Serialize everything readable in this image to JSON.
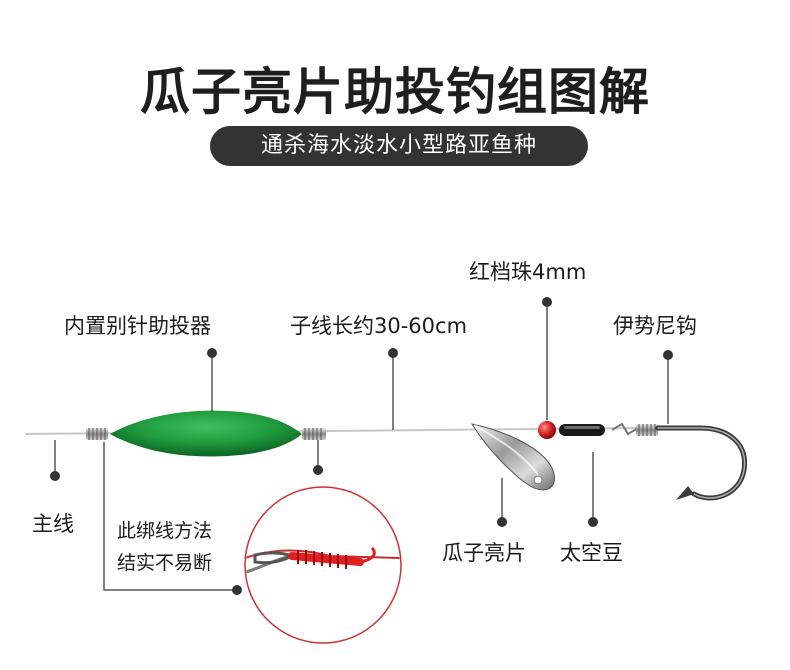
{
  "header": {
    "title": "瓜子亮片助投钓组图解",
    "subtitle": "通杀海水淡水小型路亚鱼种"
  },
  "labels": {
    "bead": "红档珠4mm",
    "inline_pin": "内置别针助投器",
    "leader_length": "子线长约30-60cm",
    "hook": "伊势尼钩",
    "main_line": "主线",
    "knot_line1": "此绑线方法",
    "knot_line2": "结实不易断",
    "spoon": "瓜子亮片",
    "space_bean": "太空豆"
  },
  "colors": {
    "float": "#1f9a3c",
    "bead": "#d42020",
    "knot": "#e02020",
    "inset_ring": "#d03030",
    "subtitle_bg": "#333333"
  }
}
